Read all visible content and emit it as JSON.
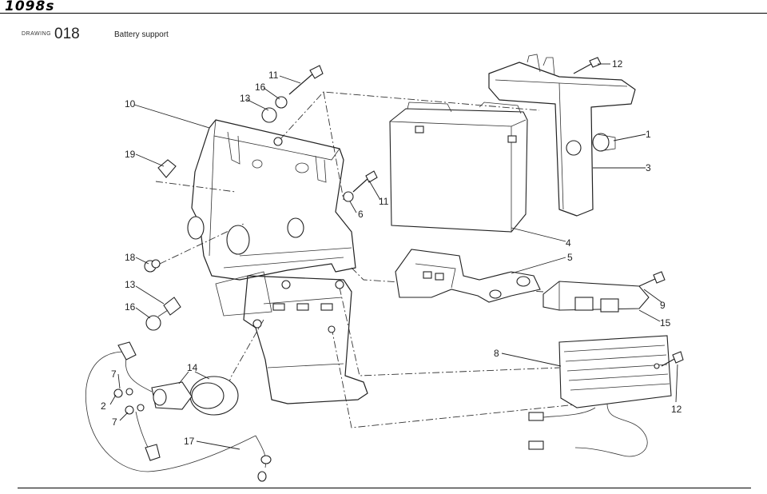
{
  "header": {
    "brand": "1098s",
    "drawing_label": "DRAWING",
    "drawing_number": "018",
    "title": "Battery support"
  },
  "callouts": {
    "c1": "1",
    "c2": "2",
    "c3": "3",
    "c4": "4",
    "c5": "5",
    "c6": "6",
    "c7a": "7",
    "c7b": "7",
    "c8": "8",
    "c9": "9",
    "c10": "10",
    "c11a": "11",
    "c11b": "11",
    "c12a": "12",
    "c12b": "12",
    "c13a": "13",
    "c13b": "13",
    "c14": "14",
    "c15": "15",
    "c16a": "16",
    "c16b": "16",
    "c17": "17",
    "c18": "18",
    "c19": "19"
  }
}
